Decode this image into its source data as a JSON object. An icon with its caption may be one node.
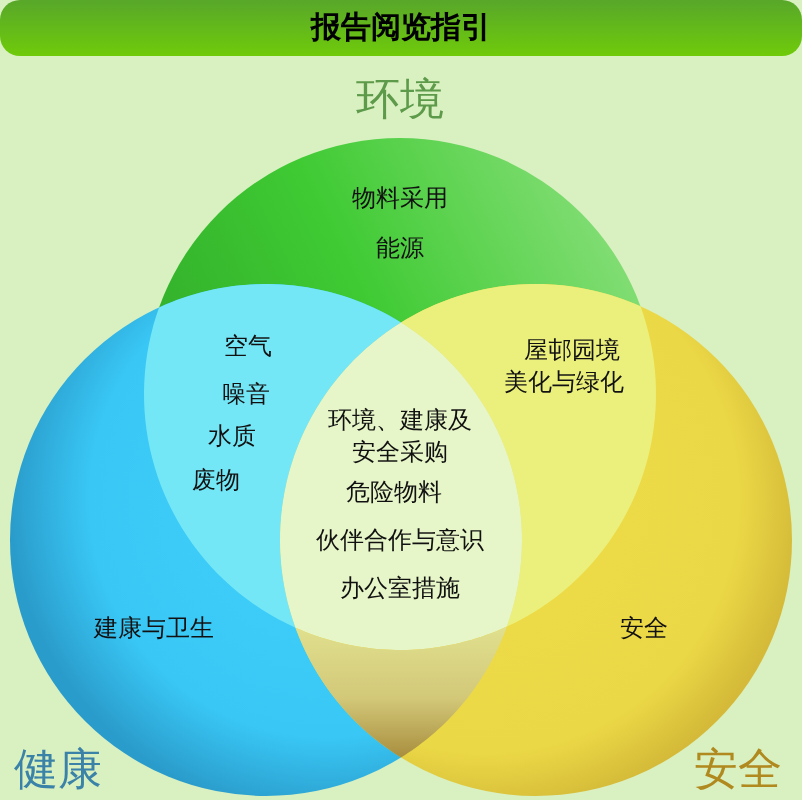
{
  "diagram": {
    "title": "报告阅览指引",
    "nodes": [
      {
        "text": [
          "环境",
          "物料采用",
          "能源"
        ]
      },
      {
        "text": [
          "建康与卫生",
          "健康"
        ]
      },
      {
        "text": [
          "安全",
          "安全"
        ]
      },
      {
        "text": [
          "空气",
          "噪音",
          "水质",
          "废物"
        ]
      },
      {
        "text": [
          "屋邨园境美化与绿化"
        ]
      },
      {
        "text": [
          "环境、建康及安全采购",
          "危险物料",
          "伙伴合作与意识",
          "办公室措施"
        ]
      },
      {
        "text": [],
        "shape": "lens"
      }
    ]
  }
}
